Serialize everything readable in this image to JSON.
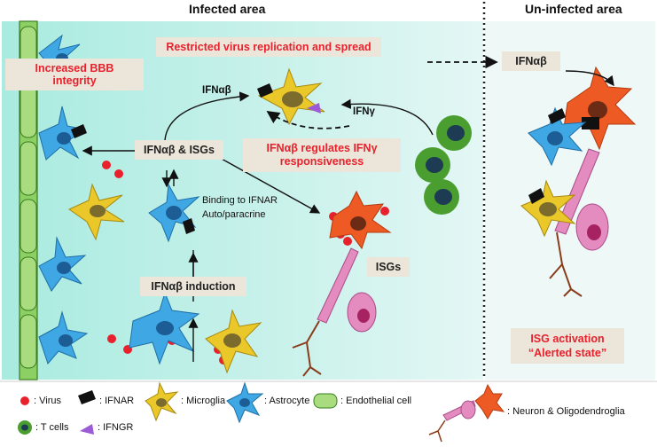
{
  "headers": {
    "infected": "Infected area",
    "uninfected": "Un-infected area"
  },
  "boxes": {
    "bbb": "Increased BBB integrity",
    "restricted": "Restricted virus replication and spread",
    "ifnab_isgs": "IFNαβ & ISGs",
    "ifng_line1": "IFNαβ regulates IFNγ",
    "ifng_line2": "responsiveness",
    "induction": "IFNαβ induction",
    "isgs": "ISGs",
    "ifnab_right": "IFNαβ",
    "isg_line1": "ISG activation",
    "isg_line2": "“Alerted state”"
  },
  "labels": {
    "ifnab_arrow": "IFNαβ",
    "ifng": "IFNγ",
    "binding1": "Binding to IFNAR",
    "binding2": "Auto/paracrine"
  },
  "legend": {
    "virus": ": Virus",
    "ifnar": ": IFNAR",
    "microglia": ": Microglia",
    "astrocyte": ": Astrocyte",
    "endothelial": ": Endothelial cell",
    "neuron": ": Neuron & Oligodendroglia",
    "tcells": ": T cells",
    "ifngr": ": IFNGR"
  },
  "colors": {
    "infected_bg": "#bfeee6",
    "uninfected_bg": "#eef8f7",
    "accent_red": "#e8212c",
    "box_bg": "#ece6da",
    "astrocyte": "#3fa7e3",
    "microglia": "#eac82a",
    "neuron": "#e48bbf",
    "oligo": "#ee5a24",
    "endothelial": "#7cc04a",
    "tcell": "#4a9e2f"
  }
}
